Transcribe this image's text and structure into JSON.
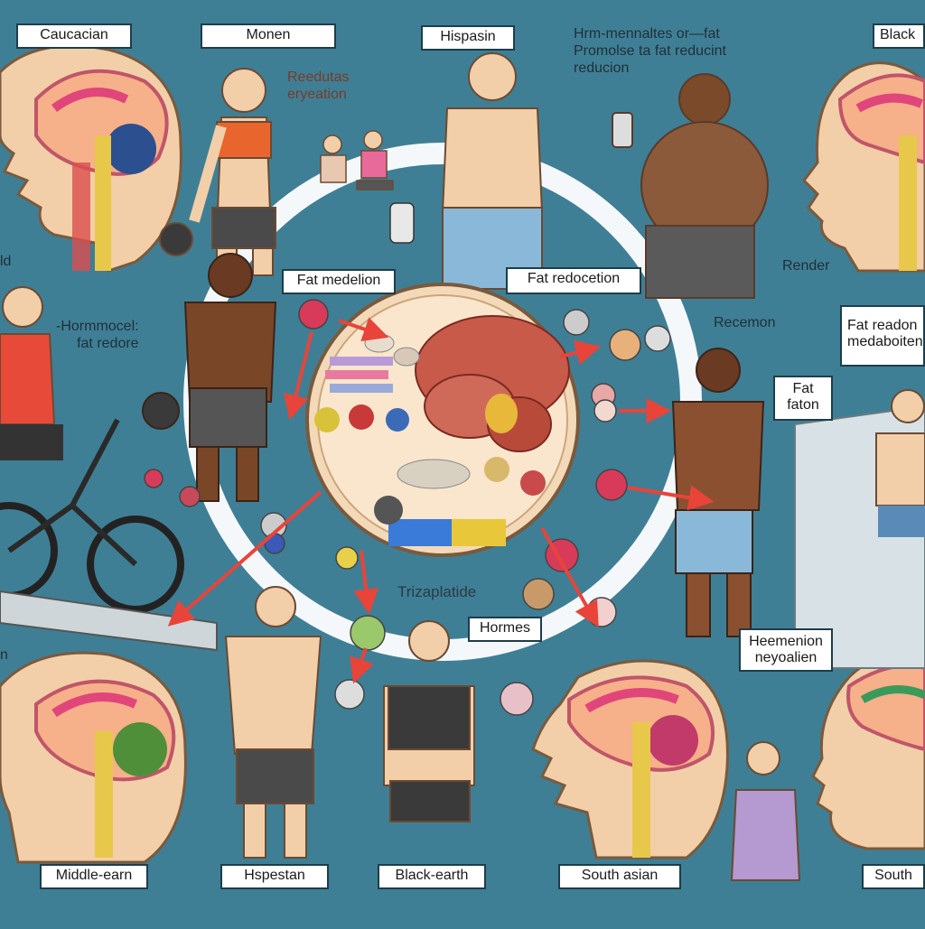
{
  "top_labels": {
    "caucasian": "Caucacian",
    "women": "Monen",
    "hispanic": "Hispasin",
    "black": "Black"
  },
  "hormones_note": {
    "line1": "Hrm-mennaltes or—fat",
    "line2": "Promolse ta fat reducint",
    "line3": "reducion"
  },
  "reduces_note": {
    "line1": "Reedutas",
    "line2": "eryeation"
  },
  "left_edge_text": "ld",
  "hormone_fat_note": {
    "line1": "-Hormmocel:",
    "line2": "fat redore"
  },
  "fat_mediation": "Fat medelion",
  "fat_reduction_center": "Fat redocetion",
  "reader": "Render",
  "recemon": "Recemon",
  "fat_reduction_right": {
    "line1": "Fat readon",
    "line2": "medaboiten"
  },
  "fat_fation": {
    "line1": "Fat",
    "line2": "faton"
  },
  "drug_name": "Trizaplatide",
  "hormones": "Hormes",
  "hormone_regulation": {
    "line1": "Heemenion",
    "line2": "neyoalien"
  },
  "left_bottom_edge": "n",
  "bottom_labels": {
    "middle_eastern": "Middle-earn",
    "hispanic": "Hspestan",
    "black": "Black-earth",
    "south_asian": "South asian",
    "south": "South"
  },
  "colors": {
    "background": "#3f7f95",
    "ring": "#ffffff",
    "arrow": "#e8443a",
    "skin": "#f2cfa8",
    "brain_pink": "#e0467a",
    "plate": "#f4d9b8"
  }
}
